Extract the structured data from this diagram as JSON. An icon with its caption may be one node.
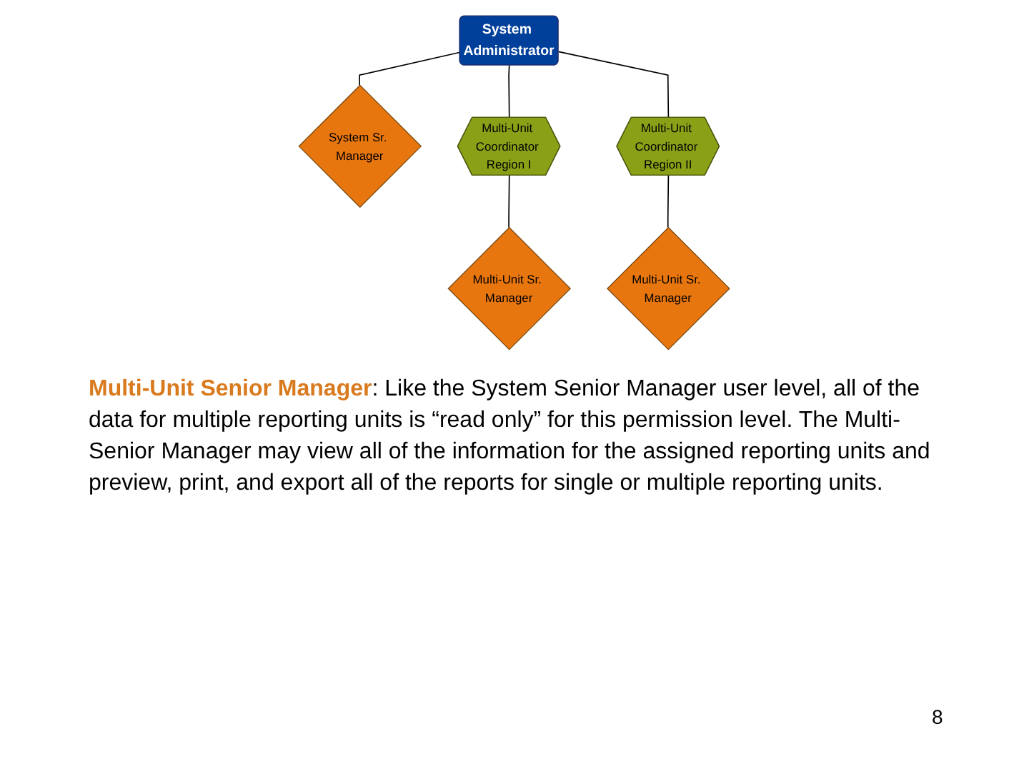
{
  "diagram": {
    "nodes": [
      {
        "text": [
          "System Administrator"
        ]
      },
      {
        "text": [
          "System Sr. Manager"
        ]
      },
      {
        "text": [
          "Multi-Unit Coordinator Region I"
        ]
      },
      {
        "text": [
          "Multi-Unit Sr. Manager"
        ]
      },
      {
        "text": [
          "Multi-Unit Sr. Manager"
        ]
      },
      {
        "text": [
          "Multi-Unit Coordinator Region II"
        ]
      }
    ],
    "edges": [
      {
        "from": 0,
        "to": 1,
        "arrow": "none"
      },
      {
        "from": 0,
        "to": 2,
        "arrow": "none"
      },
      {
        "from": 0,
        "to": 5,
        "arrow": "none"
      },
      {
        "from": 2,
        "to": 3,
        "arrow": "none"
      },
      {
        "from": 5,
        "to": 4,
        "arrow": "none"
      }
    ],
    "labels": [
      "**Multi-Unit Senior Manager**: Like the System Senior Manager user level, all of the data for multiple reporting units is “read only” for this permission level. The Multi-Senior Manager may view all of the information for the assigned reporting units and preview, print, and export all of the reports for single or multiple reporting units.",
      "8"
    ]
  }
}
